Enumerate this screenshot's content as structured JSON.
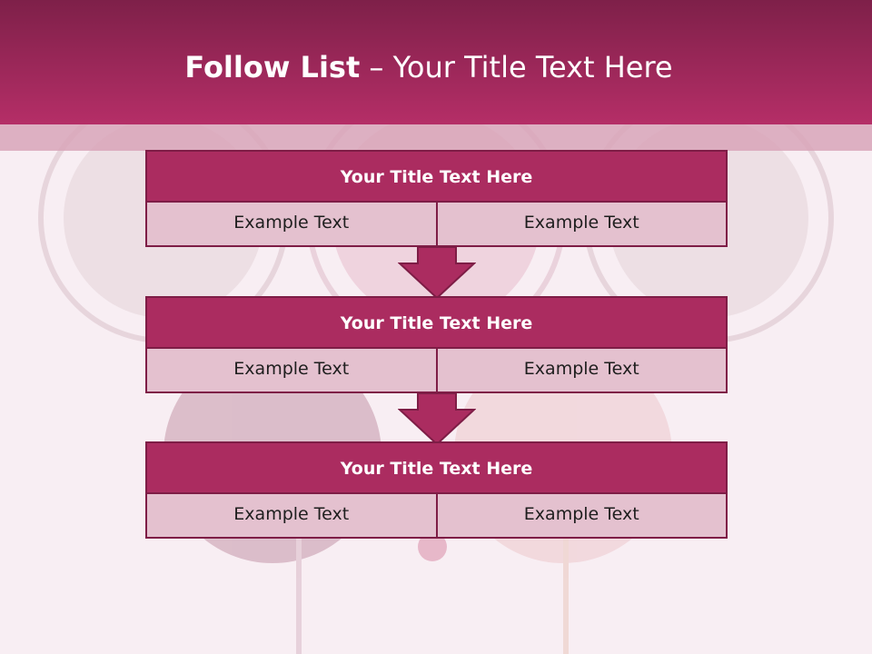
{
  "header": {
    "title_bold": "Follow List",
    "title_rest": " – Your Title Text Here"
  },
  "steps": [
    {
      "title": "Your Title Text Here",
      "left_text": "Example Text",
      "right_text": "Example Text"
    },
    {
      "title": "Your Title Text Here",
      "left_text": "Example Text",
      "right_text": "Example Text"
    },
    {
      "title": "Your Title Text Here",
      "left_text": "Example Text",
      "right_text": "Example Text"
    }
  ],
  "colors": {
    "header_dark": "#7e2049",
    "header_light": "#b52e67",
    "step_title_bg": "#ab2c60",
    "cell_bg": "#e4c1cf",
    "border": "#7e1d46"
  }
}
